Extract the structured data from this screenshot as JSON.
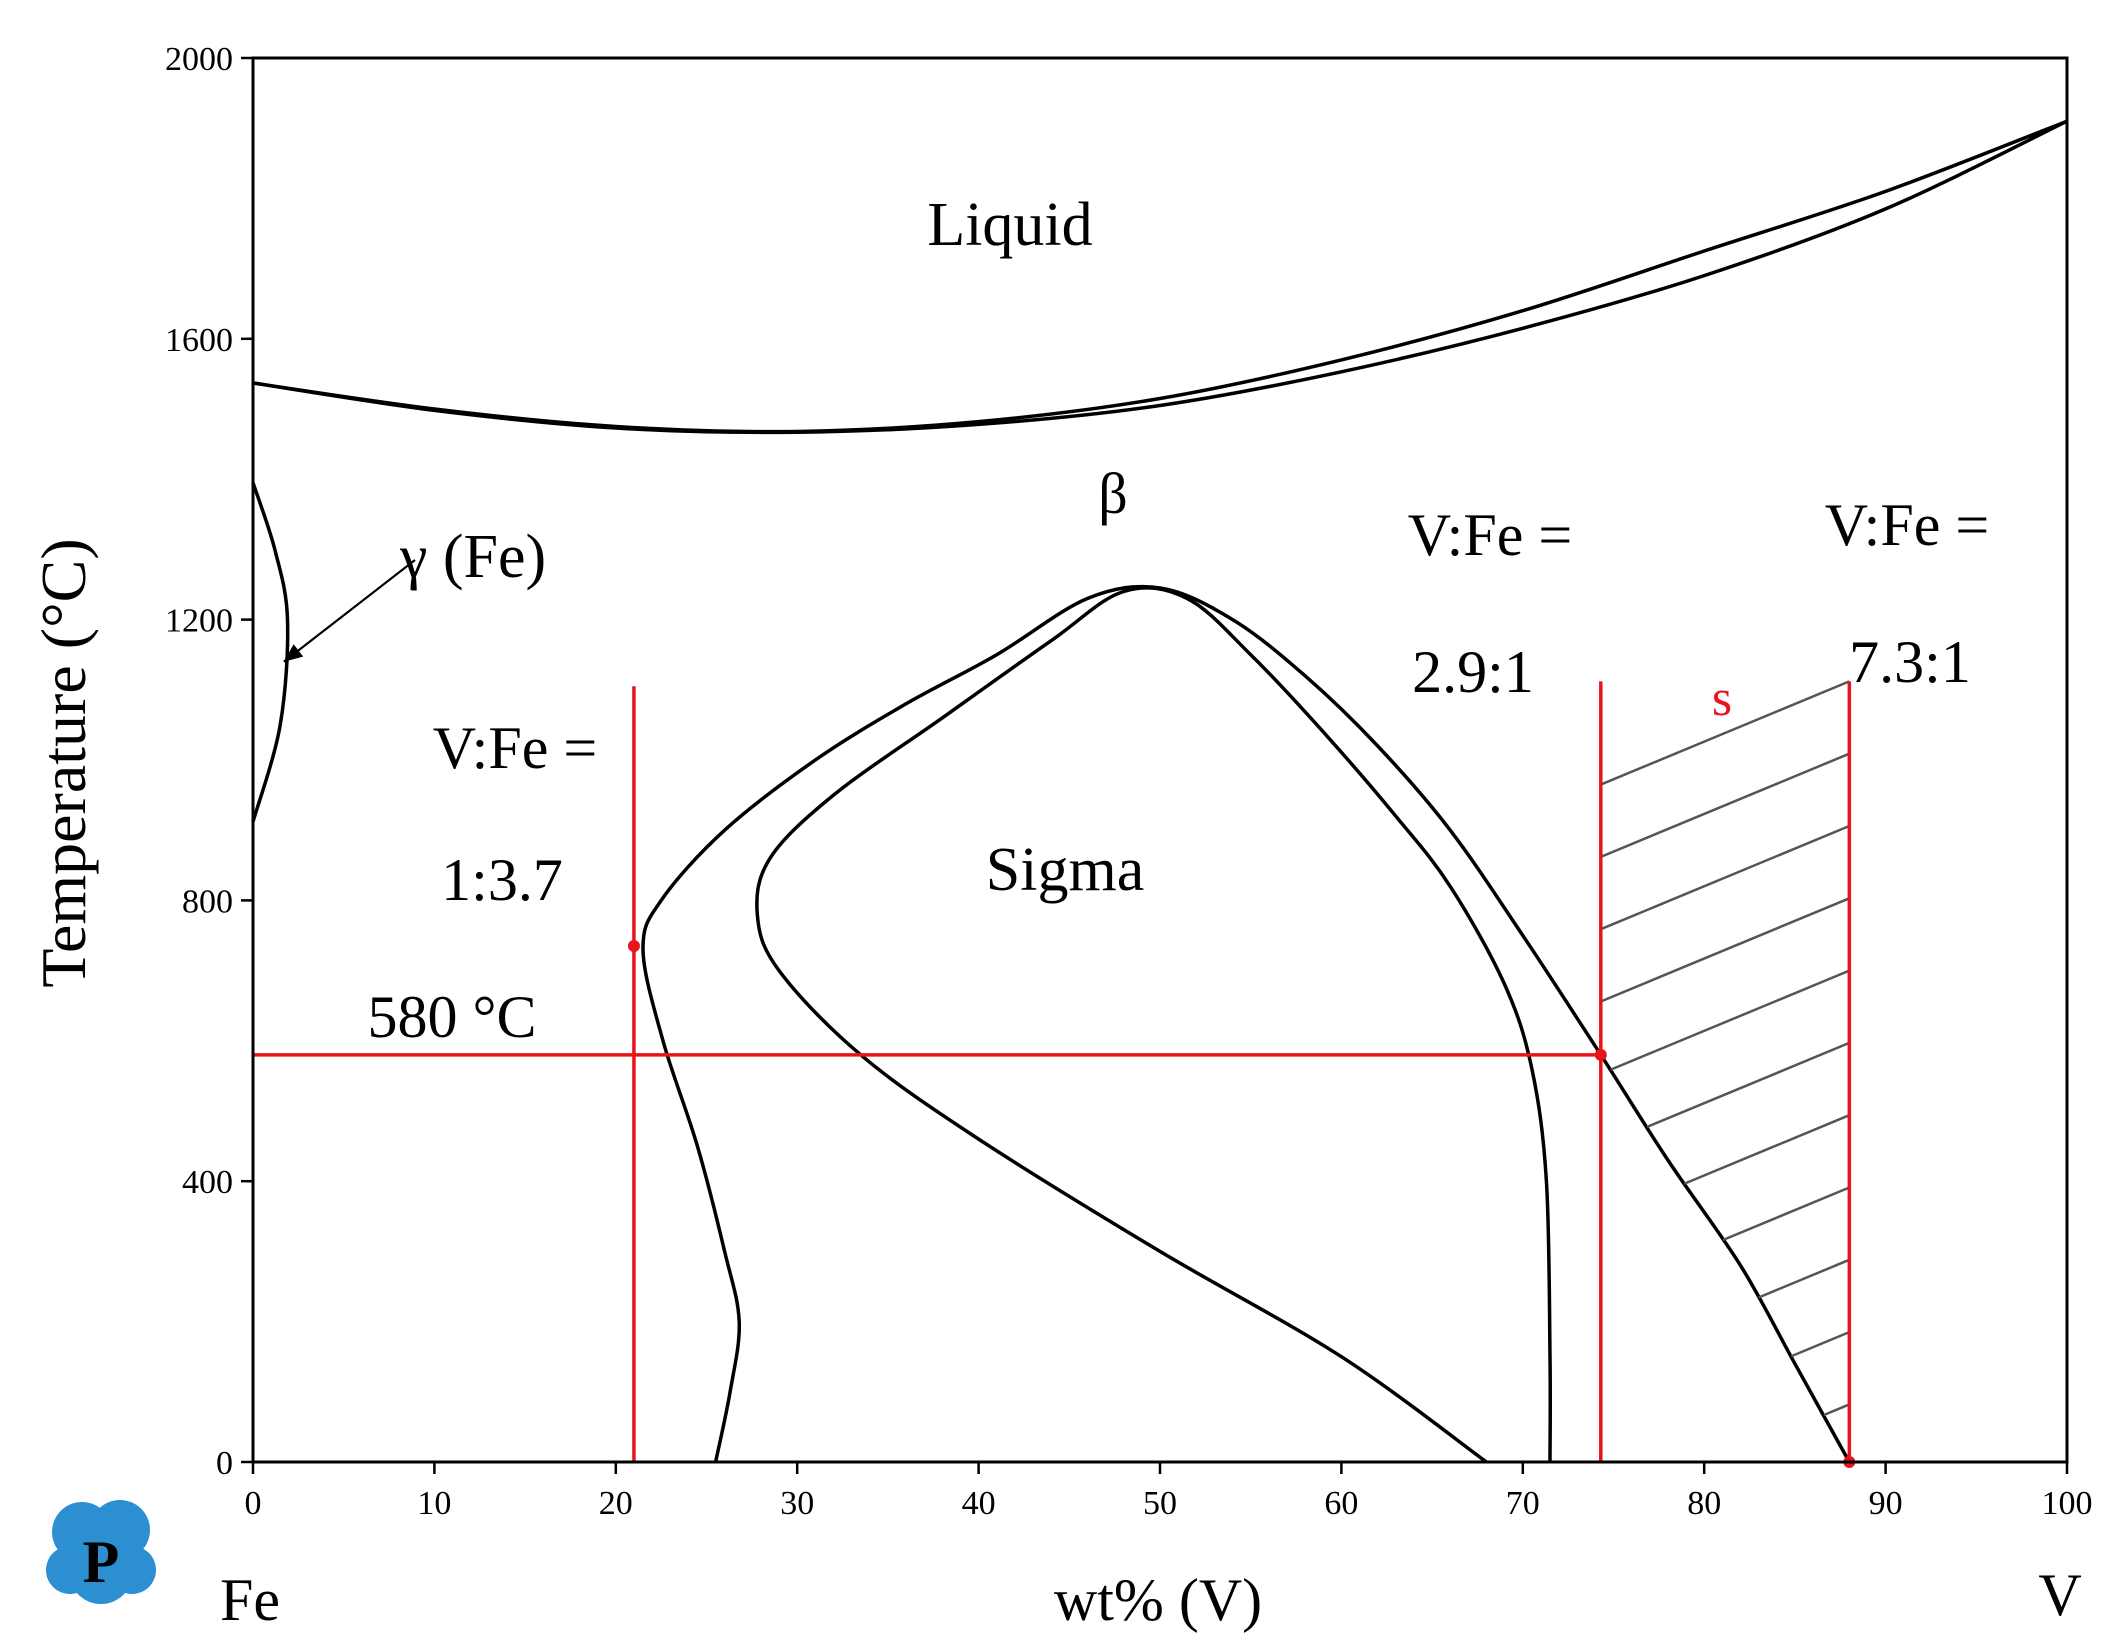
{
  "chart_data": {
    "type": "line",
    "xlabel": "wt% (V)",
    "ylabel": "Temperature (°C)",
    "xlim": [
      0,
      100
    ],
    "ylim": [
      0,
      2000
    ],
    "xticks": [
      "0",
      "10",
      "20",
      "30",
      "40",
      "50",
      "60",
      "70",
      "80",
      "90",
      "100"
    ],
    "yticks": [
      "0",
      "400",
      "800",
      "1200",
      "1600",
      "2000"
    ],
    "xtick_values": [
      0,
      10,
      20,
      30,
      40,
      50,
      60,
      70,
      80,
      90,
      100
    ],
    "ytick_values": [
      0,
      400,
      800,
      1200,
      1600,
      2000
    ],
    "left_element": "Fe",
    "right_element": "V",
    "grid": false,
    "phase_labels": {
      "liquid": "Liquid",
      "beta": "β",
      "gamma": "γ (Fe)",
      "sigma": "Sigma"
    },
    "annotations": {
      "temp_580": "580 °C",
      "ratio1_a": "V:Fe =",
      "ratio1_b": "1:3.7",
      "ratio2_a": "V:Fe =",
      "ratio2_b": "2.9:1",
      "ratio3_a": "V:Fe =",
      "ratio3_b": "7.3:1",
      "s_region": "s"
    },
    "curves": [
      {
        "id": "liquidus",
        "points": [
          [
            0,
            1537
          ],
          [
            10,
            1500
          ],
          [
            20,
            1475
          ],
          [
            30,
            1468
          ],
          [
            40,
            1482
          ],
          [
            50,
            1515
          ],
          [
            60,
            1570
          ],
          [
            70,
            1640
          ],
          [
            80,
            1725
          ],
          [
            90,
            1810
          ],
          [
            100,
            1910
          ]
        ]
      },
      {
        "id": "solidus",
        "points": [
          [
            0,
            1537
          ],
          [
            10,
            1498
          ],
          [
            20,
            1473
          ],
          [
            30,
            1467
          ],
          [
            40,
            1478
          ],
          [
            50,
            1505
          ],
          [
            60,
            1553
          ],
          [
            70,
            1615
          ],
          [
            80,
            1690
          ],
          [
            90,
            1785
          ],
          [
            100,
            1910
          ]
        ]
      },
      {
        "id": "gamma_loop",
        "points": [
          [
            0,
            1395
          ],
          [
            1.2,
            1300
          ],
          [
            1.9,
            1200
          ],
          [
            1.5,
            1050
          ],
          [
            0,
            912
          ]
        ]
      },
      {
        "id": "sigma_outer",
        "points": [
          [
            25.5,
            0
          ],
          [
            26.3,
            100
          ],
          [
            26.8,
            200
          ],
          [
            26,
            300
          ],
          [
            24.5,
            450
          ],
          [
            22.6,
            600
          ],
          [
            21.5,
            730
          ],
          [
            22.5,
            800
          ],
          [
            26,
            900
          ],
          [
            31,
            1000
          ],
          [
            36,
            1080
          ],
          [
            41,
            1150
          ],
          [
            46,
            1230
          ],
          [
            50,
            1245
          ],
          [
            54,
            1200
          ],
          [
            58,
            1120
          ],
          [
            62,
            1020
          ],
          [
            66,
            900
          ],
          [
            70,
            750
          ],
          [
            74.3,
            580
          ],
          [
            78,
            430
          ],
          [
            82,
            280
          ],
          [
            85,
            140
          ],
          [
            88,
            0
          ]
        ]
      },
      {
        "id": "sigma_inner",
        "points": [
          [
            68,
            0
          ],
          [
            60,
            150
          ],
          [
            50,
            300
          ],
          [
            40,
            460
          ],
          [
            33.5,
            580
          ],
          [
            29,
            700
          ],
          [
            27.8,
            780
          ],
          [
            28.5,
            860
          ],
          [
            32,
            950
          ],
          [
            38,
            1060
          ],
          [
            44,
            1170
          ],
          [
            48,
            1240
          ],
          [
            51.5,
            1230
          ],
          [
            55,
            1150
          ],
          [
            59,
            1040
          ],
          [
            63,
            920
          ],
          [
            66,
            820
          ],
          [
            69,
            680
          ],
          [
            70.5,
            560
          ],
          [
            71.3,
            400
          ],
          [
            71.5,
            150
          ],
          [
            71.5,
            0
          ]
        ]
      }
    ],
    "red_lines": [
      {
        "id": "v-line-21",
        "x": 21.0,
        "y_top": 1105
      },
      {
        "id": "v-line-74",
        "x": 74.3,
        "y_top": 1112
      },
      {
        "id": "v-line-88",
        "x": 88.0,
        "y_top": 1112
      },
      {
        "id": "h-line-580",
        "y": 580,
        "x_right": 74.3
      }
    ],
    "red_markers": [
      {
        "x": 21.0,
        "y": 735
      },
      {
        "x": 74.3,
        "y": 580
      },
      {
        "x": 88.0,
        "y": 0
      }
    ],
    "hatch_region": {
      "x_left": 74.3,
      "x_right": 88.0,
      "y_left_top": 965,
      "y_right_top": 1112,
      "y_spacing": 103
    }
  },
  "colors": {
    "curve": "#000000",
    "red": "#e8141c",
    "hatch": "#555555",
    "logo": "#2b8fd2"
  },
  "logo_letter": "P"
}
